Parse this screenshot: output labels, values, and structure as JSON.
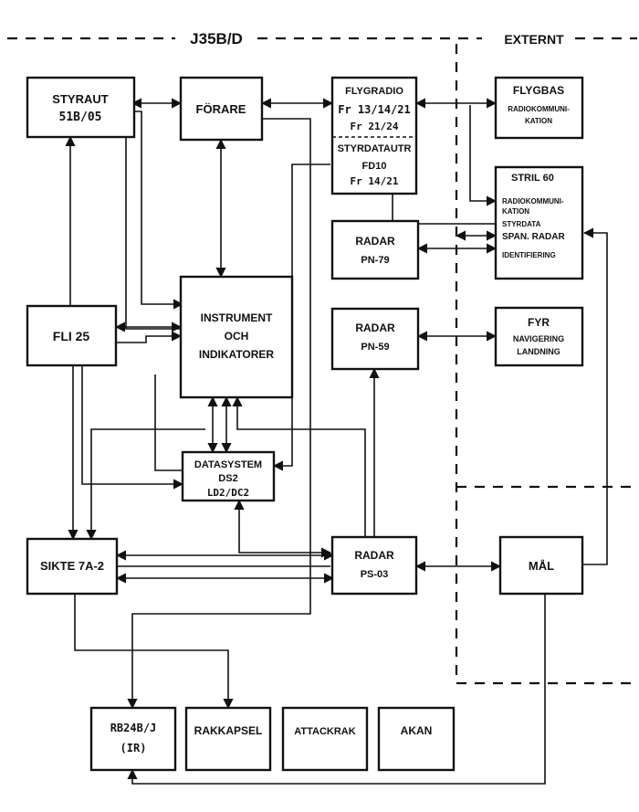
{
  "header": {
    "left": "J35B/D",
    "right": "EXTERNT"
  },
  "blocks": {
    "styraut": {
      "l1": "STYRAUT",
      "l2": "51B/05"
    },
    "forare": {
      "l1": "FÖRARE"
    },
    "flygradio": {
      "l1": "FLYGRADIO",
      "l2": "Fr 13/14/21",
      "l3": "Fr 21/24"
    },
    "styrdata": {
      "l1": "STYRDATAUTR",
      "l2": "FD10",
      "l3": "Fr 14/21"
    },
    "flygbas": {
      "l1": "FLYGBAS",
      "l2": "RADIOKOMMUNI-",
      "l3": "KATION"
    },
    "stril": {
      "l1": "STRIL 60",
      "l2": "RADIOKOMMUNI-",
      "l3": "KATION",
      "l4": "STYRDATA",
      "l5": "SPAN. RADAR",
      "l6": "IDENTIFIERING"
    },
    "radar79": {
      "l1": "RADAR",
      "l2": "PN-79"
    },
    "instrument": {
      "l1": "INSTRUMENT",
      "l2": "OCH",
      "l3": "INDIKATORER"
    },
    "fli": {
      "l1": "FLI 25"
    },
    "radar59": {
      "l1": "RADAR",
      "l2": "PN-59"
    },
    "fyr": {
      "l1": "FYR",
      "l2": "NAVIGERING",
      "l3": "LANDNING"
    },
    "datasystem": {
      "l1": "DATASYSTEM",
      "l2": "DS2",
      "l3": "LD2/DC2"
    },
    "sikte": {
      "l1": "SIKTE 7A-2"
    },
    "radar03": {
      "l1": "RADAR",
      "l2": "PS-03"
    },
    "mal": {
      "l1": "MÅL"
    },
    "rb24": {
      "l1": "RB24B/J",
      "l2": "(IR)"
    },
    "rakkapsel": {
      "l1": "RAKKAPSEL"
    },
    "attackrak": {
      "l1": "ATTACKRAK"
    },
    "akan": {
      "l1": "AKAN"
    }
  }
}
